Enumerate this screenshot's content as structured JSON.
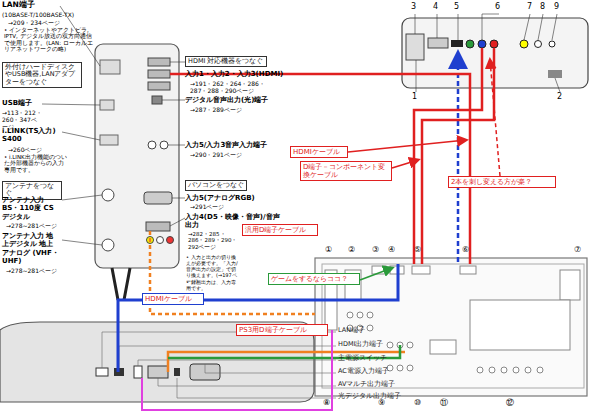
{
  "diagram": {
    "nodes": [
      {
        "text": [
          "外付けハードディスクやUSB機器,LANアダプターをつなぐ"
        ]
      },
      {
        "text": [
          "アンテナをつなぐ"
        ]
      },
      {
        "text": [
          "HDMI 対応機器をつなぐ"
        ]
      },
      {
        "text": [
          "パソコンをつなぐ"
        ]
      },
      {
        "text": [
          "HDMIケーブル"
        ]
      },
      {
        "text": [
          "D端子－コンポーネント変換ケーブル"
        ]
      },
      {
        "text": [
          "2本を刺し変える方が楽？"
        ]
      },
      {
        "text": [
          "ゲームをするならココ？"
        ]
      },
      {
        "text": [
          "汎用D端子ケーブル"
        ]
      },
      {
        "text": [
          "HDMIケーブル"
        ]
      },
      {
        "text": [
          "PS3用D端子ケーブル"
        ]
      }
    ],
    "labels": [
      "LAN端子",
      "(10BASE-T/100BASE-TX)",
      "→209・234ページ",
      "• インターネットやアクトビラ, IPTV, デジタル放送の双方向通信で使用します。(LAN: ローカルエリアネットワークの略)",
      "USB端子",
      "→113・212・260・347ページ",
      "i.LINK(TS入力) S400",
      "→260ページ",
      "• i.LINK出力機能のついた外部機器からの入力専用です。",
      "アンテナ入力 BS・110度 CSデジタル",
      "→278~281ページ",
      "アンテナ入力 地上デジタル 地上アナログ (VHF・UHF)",
      "→278~281ページ",
      "入力1・入力2・入力3(HDMI)",
      "→191・262・264・286・287・288・290ページ",
      "デジタル音声出力(光)端子",
      "→287・289ページ",
      "入力5/入力3音声入力端子",
      "→290・291ページ",
      "入力5(アナログRGB)",
      "→291ページ",
      "入力4(D5・映像・音声)/音声出力",
      "→282・285・286・289・290・292ページ",
      "• 入力と出力の切り換えが必要です。「入力/音声出力の設定」で切り換えます。(→197ページ)",
      "• 録画出力は、入力専用です。",
      "3",
      "4",
      "5",
      "6",
      "7",
      "8",
      "9",
      "1",
      "2",
      "①",
      "②",
      "③",
      "④",
      "⑤",
      "⑥",
      "⑦",
      "⑧",
      "⑨",
      "⑩",
      "⑪",
      "⑫",
      "LAN端子",
      "HDMI出力端子",
      "主電源スイッチ",
      "AC電源入力端子",
      "AVマルチ出力端子",
      "光デジタル出力端子"
    ]
  }
}
